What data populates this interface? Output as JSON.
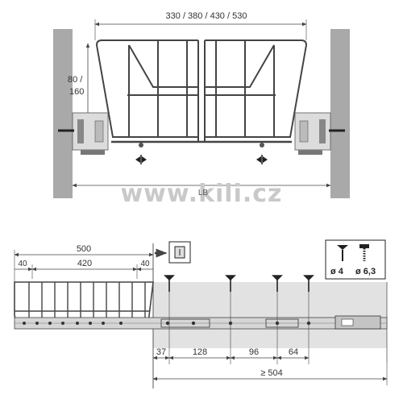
{
  "top_view": {
    "width_label": "330 / 380 / 430 / 530",
    "height_label_1": "80 /",
    "height_label_2": "160",
    "lb_label": "LB",
    "watermark": "www.kili.cz"
  },
  "side_view": {
    "total_length": "500",
    "left_margin": "40",
    "inner_length": "420",
    "right_margin": "40",
    "hole_offsets": [
      "37",
      "128",
      "96",
      "64"
    ],
    "min_depth": "≥ 504",
    "screw_labels": [
      "ø 4",
      "ø 6,3"
    ]
  },
  "colors": {
    "wall": "#a9a9a9",
    "wire": "#444444",
    "cabinet_zone": "#e2e2e2"
  }
}
